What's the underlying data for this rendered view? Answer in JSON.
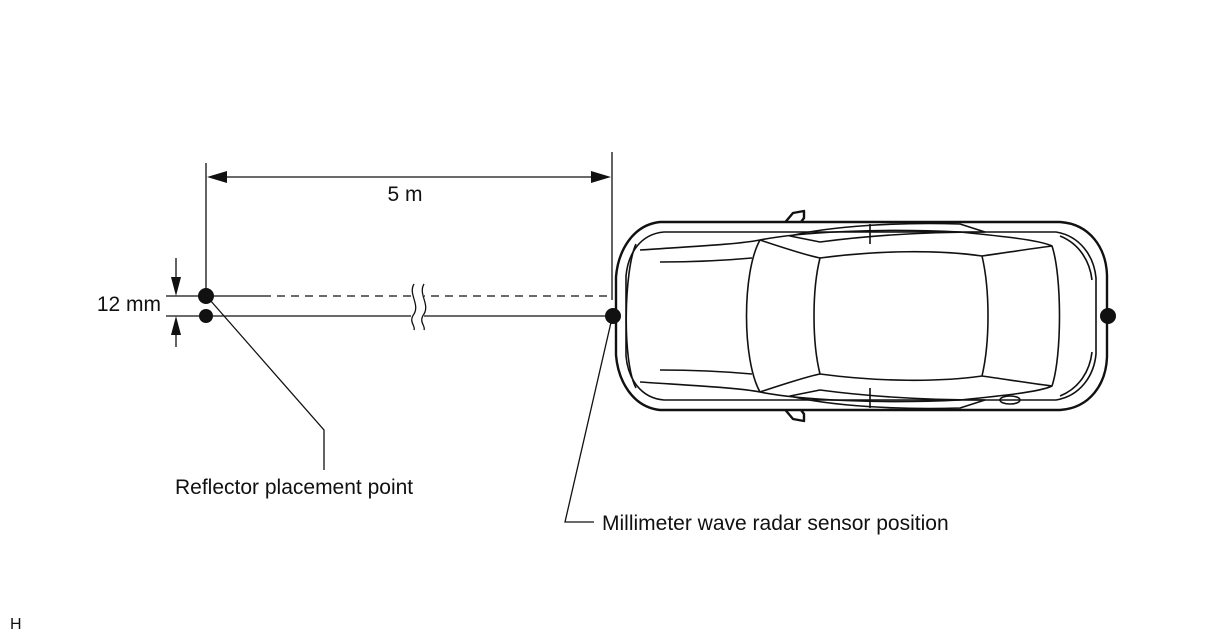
{
  "diagram": {
    "distance_label": "5 m",
    "offset_label": "12 mm",
    "reflector_label": "Reflector placement point",
    "sensor_label": "Millimeter wave radar sensor position",
    "corner_code": "H"
  }
}
